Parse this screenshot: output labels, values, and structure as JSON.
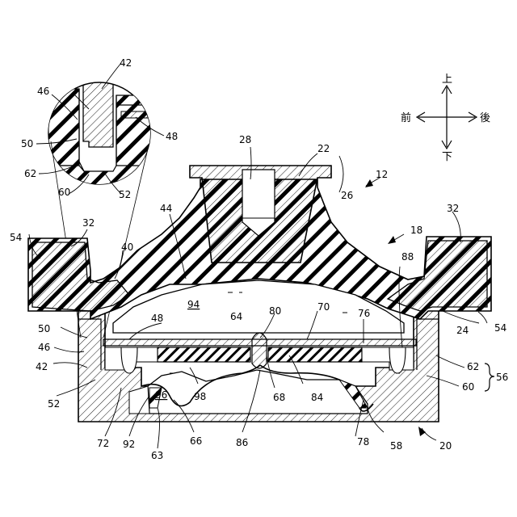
{
  "labels": {
    "n12": "12",
    "n18": "18",
    "n20": "20",
    "n22": "22",
    "n24": "24",
    "n26": "26",
    "n28": "28",
    "n32a": "32",
    "n32b": "32",
    "n40": "40",
    "n42a": "42",
    "n42b": "42",
    "n44": "44",
    "n46a": "46",
    "n46b": "46",
    "n48a": "48",
    "n48b": "48",
    "n50a": "50",
    "n50b": "50",
    "n52a": "52",
    "n52b": "52",
    "n54a": "54",
    "n54b": "54",
    "n56": "56",
    "n58": "58",
    "n60a": "60",
    "n60b": "60",
    "n62a": "62",
    "n62b": "62",
    "n63": "63",
    "n64": "64",
    "n66": "66",
    "n68": "68",
    "n70": "70",
    "n72": "72",
    "n76": "76",
    "n78": "78",
    "n80": "80",
    "n84": "84",
    "n86": "86",
    "n88": "88",
    "n92": "92",
    "n94": "94",
    "n96": "96",
    "n98": "98"
  },
  "directions": {
    "up": "上",
    "down": "下",
    "front": "前",
    "rear": "後"
  }
}
